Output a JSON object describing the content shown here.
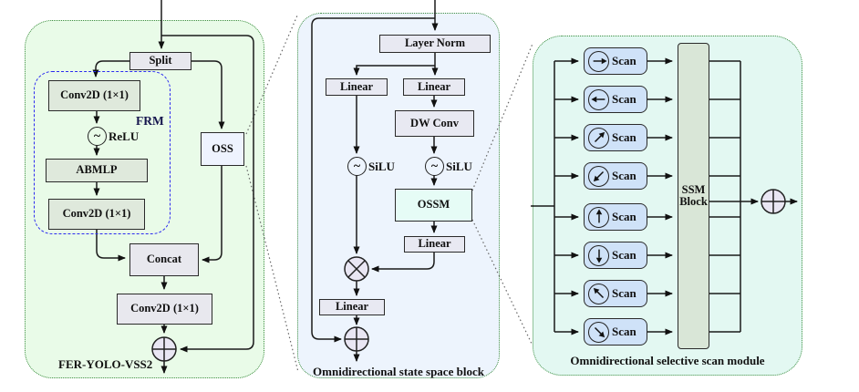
{
  "panels": {
    "fer_yolo_vss2": {
      "caption": "FER-YOLO-VSS2",
      "nodes": {
        "split": "Split",
        "conv2d_a": "Conv2D (1×1)",
        "relu": "ReLU",
        "abmlp": "ABMLP",
        "conv2d_b": "Conv2D (1×1)",
        "frm": "FRM",
        "oss": "OSS",
        "concat": "Concat",
        "conv2d_c": "Conv2D (1×1)"
      }
    },
    "oss_block": {
      "caption": "Omnidirectional state space block",
      "nodes": {
        "layer_norm": "Layer Norm",
        "linear_left": "Linear",
        "linear_right": "Linear",
        "dw_conv": "DW Conv",
        "silu_left": "SiLU",
        "silu_right": "SiLU",
        "ossm": "OSSM",
        "linear_after_ossm": "Linear",
        "linear_out": "Linear"
      }
    },
    "scan_module": {
      "caption": "Omnidirectional selective scan module",
      "ssm_block": {
        "line1": "SSM",
        "line2": "Block"
      },
      "rows": [
        {
          "label": "Scan",
          "direction": "right",
          "glyph": "→"
        },
        {
          "label": "Scan",
          "direction": "left",
          "glyph": "←"
        },
        {
          "label": "Scan",
          "direction": "up-right",
          "glyph": "↗"
        },
        {
          "label": "Scan",
          "direction": "down-left",
          "glyph": "↙"
        },
        {
          "label": "Scan",
          "direction": "up",
          "glyph": "↑"
        },
        {
          "label": "Scan",
          "direction": "down",
          "glyph": "↓"
        },
        {
          "label": "Scan",
          "direction": "up-left",
          "glyph": "↖"
        },
        {
          "label": "Scan",
          "direction": "down-right",
          "glyph": "↘"
        }
      ]
    }
  },
  "symbols": {
    "activation_tilde": "~",
    "add": "⊕",
    "multiply": "⊗"
  },
  "colors": {
    "left_panel_bg": "#e9fbe8",
    "middle_panel_bg": "#edf4fd",
    "right_panel_bg": "#e3f8f2",
    "panel_border_green": "#3e8e41",
    "frm_dashed_border": "#2a2af0",
    "gray_box": "#e8e8ee",
    "sage_box": "#dfe9dc",
    "oss_box": "#eef3fe",
    "lavender_box": "#e8e9f2",
    "ossm_box": "#e6fcf6",
    "scan_box": "#cfe2f8",
    "ssm_box": "#d9e6d7",
    "operator_fill": "#e9e6f3",
    "wire": "#1a1a1a"
  }
}
